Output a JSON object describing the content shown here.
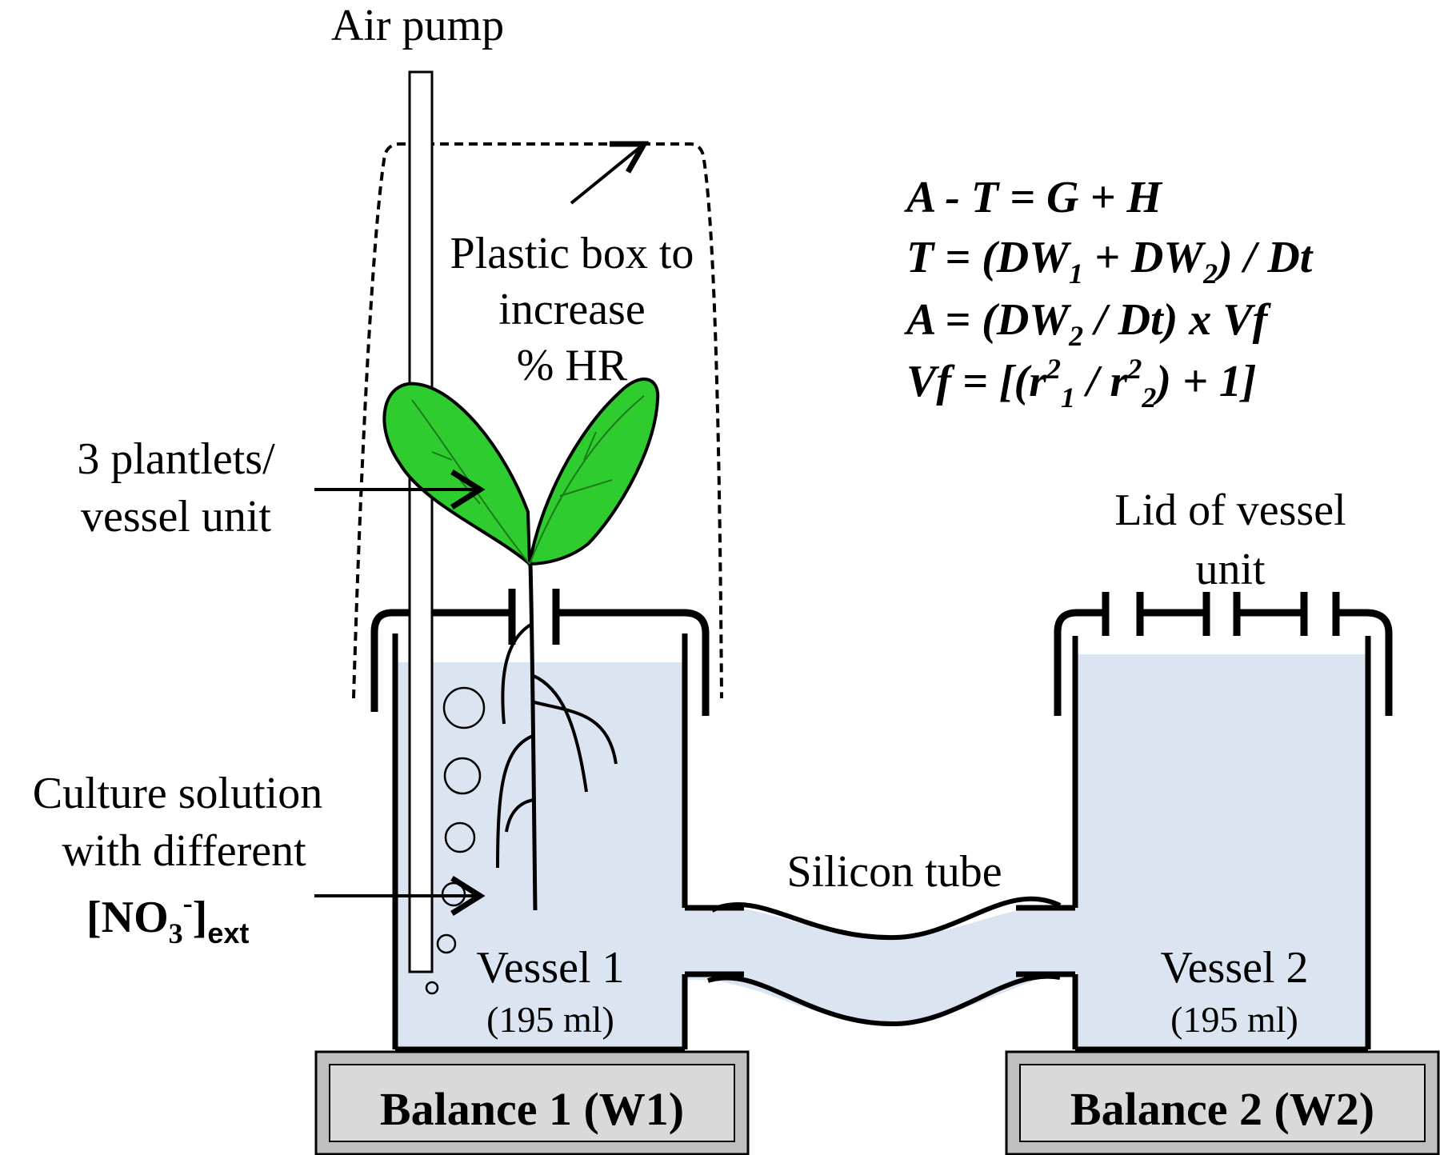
{
  "labels": {
    "air_pump": "Air pump",
    "plastic_box": [
      "Plastic box to",
      "increase",
      "% HR"
    ],
    "plantlets": [
      "3 plantlets/",
      "vessel unit"
    ],
    "culture_solution": [
      "Culture  solution",
      "with different"
    ],
    "no3": {
      "open": "[NO",
      "sub3": "3",
      "sup": "-",
      "close": "]",
      "sub_ext": "ext"
    },
    "lid": [
      "Lid of vessel",
      "unit"
    ],
    "silicon_tube": "Silicon tube",
    "vessel1": {
      "name": "Vessel 1",
      "volume": "(195 ml)"
    },
    "vessel2": {
      "name": "Vessel 2",
      "volume": "(195 ml)"
    },
    "balance1": "Balance 1 (W1)",
    "balance2": "Balance 2 (W2)"
  },
  "equations": {
    "eq1": "A - T = G + H",
    "eq2": {
      "a": "T = (DW",
      "s1": "1",
      "b": " + DW",
      "s2": "2",
      "c": ") / Dt"
    },
    "eq3": {
      "a": "A = (DW",
      "s1": "2",
      "b": " / Dt) x Vf"
    },
    "eq4": {
      "a": "Vf = [(r",
      "p1": "2",
      "s1": "1",
      "b": " / r",
      "p2": "2",
      "s2": "2",
      "c": ") + 1]"
    }
  },
  "colors": {
    "solution": "#dbe5f1",
    "leaf": "#2ecc2e",
    "balance_face": "#d9d9d9",
    "outline": "#000000"
  }
}
